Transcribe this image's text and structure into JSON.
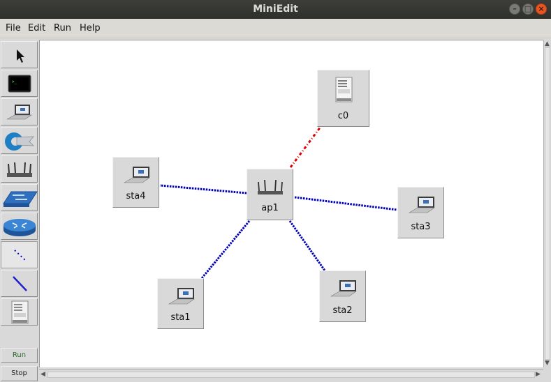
{
  "window": {
    "title": "MiniEdit",
    "minimize_icon": "minimize-icon",
    "maximize_icon": "maximize-icon",
    "close_icon": "close-icon"
  },
  "menu": {
    "items": [
      "File",
      "Edit",
      "Run",
      "Help"
    ]
  },
  "toolbar": {
    "tools": [
      {
        "name": "select",
        "icon": "arrow-cursor-icon"
      },
      {
        "name": "host",
        "icon": "terminal-icon"
      },
      {
        "name": "station",
        "icon": "laptop-icon"
      },
      {
        "name": "controller",
        "icon": "controller-icon"
      },
      {
        "name": "access-point",
        "icon": "router-icon"
      },
      {
        "name": "switch",
        "icon": "switch-icon"
      },
      {
        "name": "legacy-router",
        "icon": "legacy-router-icon"
      },
      {
        "name": "wireless-link",
        "icon": "dotted-link-icon"
      },
      {
        "name": "wired-link",
        "icon": "solid-link-icon"
      },
      {
        "name": "server",
        "icon": "server-icon"
      }
    ],
    "run_label": "Run",
    "stop_label": "Stop"
  },
  "canvas": {
    "nodes": [
      {
        "id": "c0",
        "label": "c0",
        "type": "controller",
        "icon": "server-icon"
      },
      {
        "id": "ap1",
        "label": "ap1",
        "type": "access-point",
        "icon": "router-icon"
      },
      {
        "id": "sta1",
        "label": "sta1",
        "type": "station",
        "icon": "laptop-icon"
      },
      {
        "id": "sta2",
        "label": "sta2",
        "type": "station",
        "icon": "laptop-icon"
      },
      {
        "id": "sta3",
        "label": "sta3",
        "type": "station",
        "icon": "laptop-icon"
      },
      {
        "id": "sta4",
        "label": "sta4",
        "type": "station",
        "icon": "laptop-icon"
      }
    ],
    "links": [
      {
        "from": "ap1",
        "to": "c0",
        "style": "controller",
        "color": "#dd0000"
      },
      {
        "from": "ap1",
        "to": "sta4",
        "style": "wireless",
        "color": "#0000bb"
      },
      {
        "from": "ap1",
        "to": "sta3",
        "style": "wireless",
        "color": "#0000bb"
      },
      {
        "from": "ap1",
        "to": "sta1",
        "style": "wireless",
        "color": "#0000bb"
      },
      {
        "from": "ap1",
        "to": "sta2",
        "style": "wireless",
        "color": "#0000bb"
      }
    ]
  }
}
